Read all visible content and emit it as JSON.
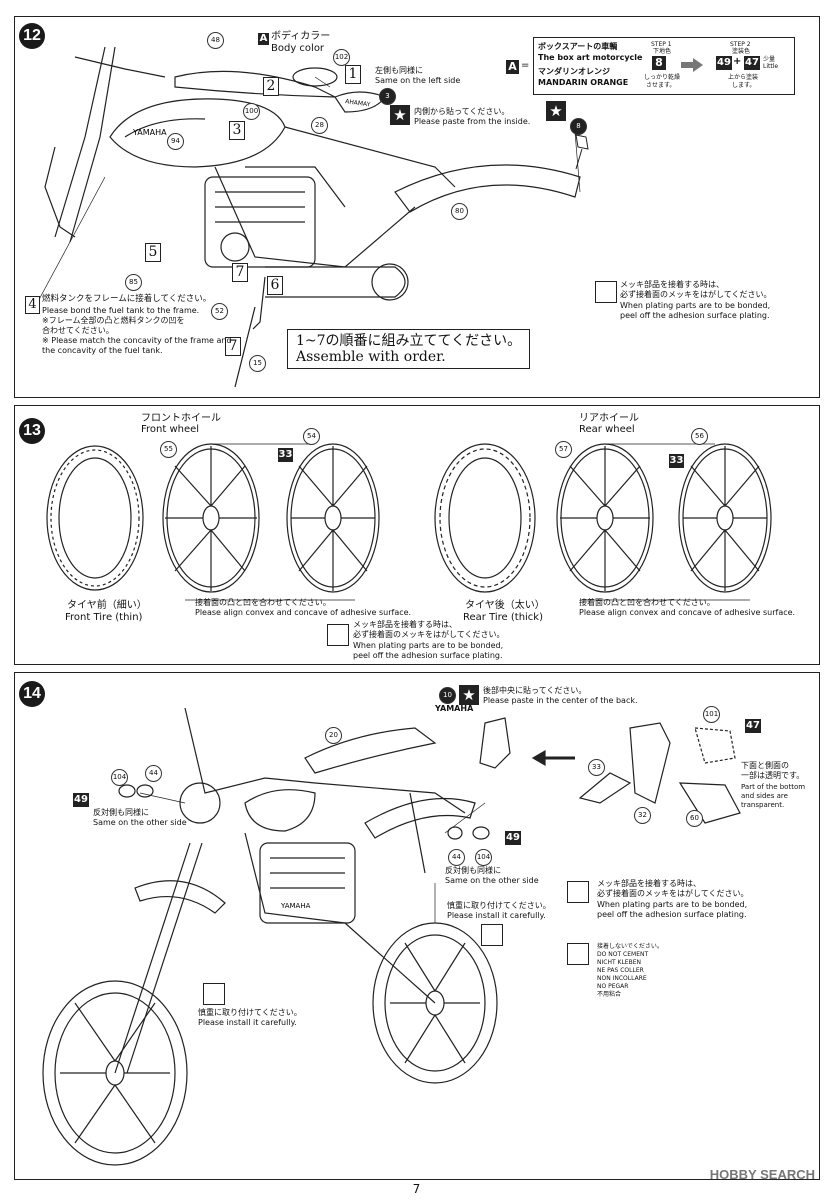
{
  "steps": {
    "s12": {
      "number": "12",
      "body_color_label_jp": "ボディカラー",
      "body_color_label_en": "Body color",
      "same_left_jp": "左側も同様に",
      "same_left_en": "Same on the left side",
      "paste_inside_jp": "内側から貼ってください。",
      "paste_inside_en": "Please paste from the inside.",
      "fuel_tank_jp_1": "燃料タンクをフレームに接着してください。",
      "fuel_tank_en_1": "Please bond the fuel tank to the frame.",
      "fuel_tank_jp_2": "※フレーム全部の凸と燃料タンクの凹を",
      "fuel_tank_jp_3": "合わせてください。",
      "fuel_tank_en_2": "※ Please match the concavity of the frame and",
      "fuel_tank_en_3": "the concavity of the fuel tank.",
      "plating_jp_1": "メッキ部品を接着する時は、",
      "plating_jp_2": "必ず接着面のメッキをはがしてください。",
      "plating_en_1": "When plating parts are to be bonded,",
      "plating_en_2": "peel off the adhesion surface plating.",
      "order_jp": "1~7の順番に組み立ててください。",
      "order_en": "Assemble with order.",
      "color_box": {
        "title_jp": "ボックスアートの車輌",
        "title_en": "The box art motorcycle",
        "color_jp": "マンダリンオレンジ",
        "color_en": "MANDARIN ORANGE",
        "step1": "STEP 1",
        "step1_sub": "下地色",
        "step1_num": "8",
        "step1_note_1": "しっかり乾燥",
        "step1_note_2": "させます。",
        "step2": "STEP 2",
        "step2_sub": "塗装色",
        "step2_num_a": "49",
        "step2_num_b": "47",
        "step2_little_jp": "少量",
        "step2_little_en": "Little",
        "step2_note_1": "上から塗装",
        "step2_note_2": "します。",
        "a_letter": "A",
        "equals": "="
      },
      "parts": [
        "48",
        "102",
        "100",
        "94",
        "28",
        "3",
        "85",
        "52",
        "80",
        "15",
        "8"
      ],
      "order_numbers": [
        "1",
        "2",
        "3",
        "4",
        "5",
        "6",
        "7",
        "7"
      ],
      "decal_text": "AHAMAY",
      "tank_logo": "YAMAHA"
    },
    "s13": {
      "number": "13",
      "front_wheel_jp": "フロントホイール",
      "front_wheel_en": "Front wheel",
      "rear_wheel_jp": "リアホイール",
      "rear_wheel_en": "Rear wheel",
      "front_tire_jp": "タイヤ前（細い）",
      "front_tire_en": "Front Tire (thin)",
      "rear_tire_jp": "タイヤ後（太い）",
      "rear_tire_en": "Rear Tire (thick)",
      "align_jp": "接着面の凸と凹を合わせてください。",
      "align_en": "Please align convex and concave of adhesive surface.",
      "plating_jp_1": "メッキ部品を接着する時は、",
      "plating_jp_2": "必ず接着面のメッキをはがしてください。",
      "plating_en_1": "When plating parts are to be bonded,",
      "plating_en_2": "peel off the adhesion surface plating.",
      "parts_front": [
        "55",
        "54",
        "33"
      ],
      "parts_rear": [
        "57",
        "56",
        "33"
      ]
    },
    "s14": {
      "number": "14",
      "paste_center_jp": "後部中央に貼ってください。",
      "paste_center_en": "Please paste in the center of the back.",
      "decal_text": "YAMAHA",
      "same_other_jp": "反対側も同様に",
      "same_other_en": "Same on the other side",
      "install_jp": "慎重に取り付けてください。",
      "install_en": "Please install it carefully.",
      "transparent_jp_1": "下面と側面の",
      "transparent_jp_2": "一部は透明です。",
      "transparent_en_1": "Part of the bottom",
      "transparent_en_2": "and sides are",
      "transparent_en_3": "transparent.",
      "plating_jp_1": "メッキ部品を接着する時は、",
      "plating_jp_2": "必ず接着面のメッキをはがしてください。",
      "plating_en_1": "When plating parts are to be bonded,",
      "plating_en_2": "peel off the adhesion surface plating.",
      "no_cement": [
        "接着しないでください。",
        "DO NOT CEMENT",
        "NICHT KLEBEN",
        "NE PAS COLLER",
        "NON INCOLLARE",
        "NO PEGAR",
        "不用粘合"
      ],
      "parts": [
        "10",
        "20",
        "104",
        "44",
        "49",
        "33",
        "32",
        "60",
        "101",
        "47"
      ]
    }
  },
  "page_number": "7",
  "watermark": "HOBBY SEARCH"
}
